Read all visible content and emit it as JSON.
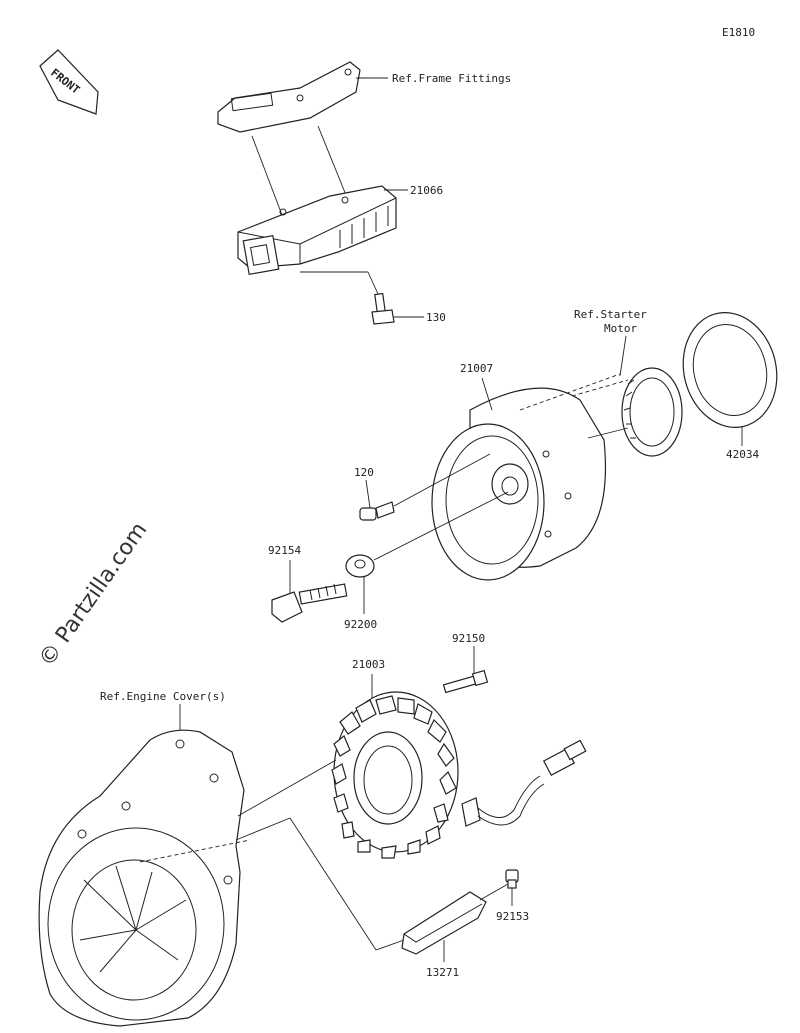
{
  "diagram_code": "E1810",
  "front_label": "FRONT",
  "watermark": "© Partzilla.com",
  "refs": {
    "frame_fittings": "Ref.Frame Fittings",
    "starter_motor_line1": "Ref.Starter",
    "starter_motor_line2": "Motor",
    "engine_covers": "Ref.Engine Cover(s)"
  },
  "parts": {
    "regulator": "21066",
    "regulator_bolt": "130",
    "rotor": "21007",
    "rotor_bolt": "120",
    "coupling": "42034",
    "flange_bolt": "92154",
    "washer": "92200",
    "stator": "21003",
    "stator_bolt": "92150",
    "holding_plate": "13271",
    "plate_bolt": "92153"
  },
  "colors": {
    "line": "#222222",
    "watermark": "#333333",
    "background": "#ffffff"
  }
}
